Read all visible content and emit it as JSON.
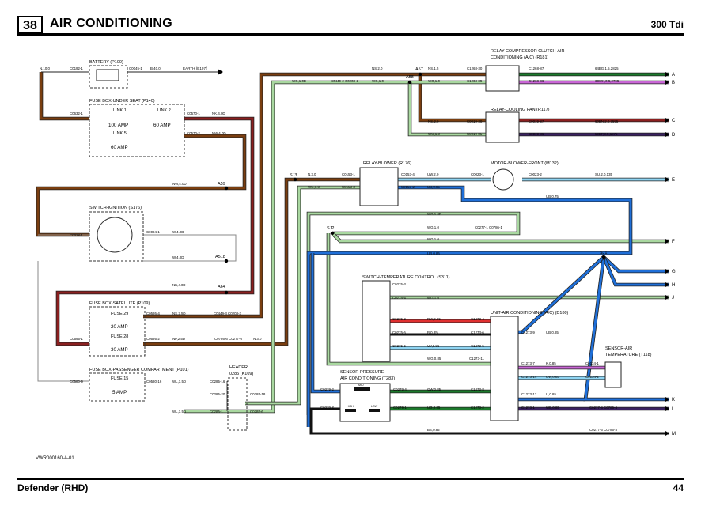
{
  "header": {
    "page_number": "38",
    "title": "AIR CONDITIONING",
    "model": "300 Tdi"
  },
  "footer": {
    "vehicle": "Defender (RHD)",
    "page": "44"
  },
  "diagram_ref": "VWR000160-A-01",
  "colors": {
    "brown": "#7a3e10",
    "red_brown": "#8b2020",
    "green": "#a9d8a0",
    "blue": "#1f6fd8",
    "black": "#111111",
    "purple": "#c966d6",
    "light_blue": "#8ed4f2",
    "red": "#e03030",
    "dark_green": "#1c7a2c",
    "dark_purple": "#3a2160",
    "grey": "#777777"
  },
  "components": {
    "battery": "BATTERY (P100)",
    "fuse_under_seat": "FUSE BOX-UNDER SEAT (P140)",
    "link1": "LINK 1",
    "link1_amp": "100 AMP",
    "link2": "LINK 2",
    "link2_amp": "60 AMP",
    "link5": "LINK 5",
    "link5_amp": "60 AMP",
    "switch_ignition": "SWITCH-IGNITION (S176)",
    "fuse_satellite": "FUSE BOX-SATELLITE (P109)",
    "fuse29": "FUSE 29",
    "fuse29_amp": "20 AMP",
    "fuse28": "FUSE 28",
    "fuse28_amp": "30 AMP",
    "fuse_passenger": "FUSE BOX-PASSENGER COMPARTMENT (P101)",
    "fuse15": "FUSE 15",
    "fuse15_amp": "5 AMP",
    "header1": "HEADER",
    "header2": "0285 (K109)",
    "relay_compressor1": "RELAY-COMPRESSOR CLUTCH-AIR",
    "relay_compressor2": "CONDITIONING (A/C) (R181)",
    "relay_cooling": "RELAY-COOLING FAN (R117)",
    "relay_blower": "RELAY-BLOWER (R176)",
    "motor_blower": "MOTOR-BLOWER-FRONT (M132)",
    "switch_temp": "SWITCH-TEMPERATURE CONTROL (S311)",
    "unit_ac": "UNIT-AIR CONDITIONING (A/C) (D180)",
    "sensor_air1": "SENSOR-AIR",
    "sensor_air2": "TEMPERATURE (T118)",
    "sensor_pressure1": "SENSOR-PRESSURE-",
    "sensor_pressure2": "AIR CONDITIONING (T283)",
    "earth": "EARTH (E107)"
  },
  "splices": {
    "a57": "A57",
    "a58": "A58",
    "a59": "A59",
    "a518": "A518",
    "a64": "A64",
    "sj1": "SJ1",
    "sj2": "SJ2",
    "sj3": "SJ3"
  },
  "wires": {
    "n100": "N,10.0",
    "c0192": "C0192-1",
    "c0045": "C0045-1",
    "b40": "B,40.0",
    "c0632": "C0632-1",
    "c0570_1": "C0570-1",
    "nk40a": "NK,4.0D",
    "c0570_2": "C0570-2",
    "nw40": "NW,4.0D",
    "nw40b": "NW,4.0D",
    "c0028": "C0028-1",
    "c0094": "C0094-1",
    "w40": "W,4.0D",
    "w40b": "W,4.0D",
    "nk40b": "NK,4.0D",
    "c0595_4": "C0595-4",
    "ns25": "NS,2.5D",
    "c0449_3": "C0449-3 C0203-3",
    "c0595_1": "C0595-1",
    "c0595_2": "C0595-2",
    "np25": "NP,2.5D",
    "c0786_6": "C0786-6 C0277-6",
    "n30": "N,3.0",
    "c0580_9": "C0580-9",
    "c0580_16": "C0580-16",
    "wl15": "WL,1.5D",
    "c0285_16": "C0285-16",
    "c0285_20": "C0285-20",
    "c0285_18": "C0285-18",
    "wl15b": "WL,1.5D",
    "c0285_1": "C0285-1",
    "c0285_6": "C0285-6",
    "ns20": "NS,2.0",
    "ns15": "NS,1.5",
    "c1268_30": "C1268-30",
    "c1268_87": "C1268-87",
    "w64bg": "64BG,1.5,2825",
    "wg10d": "WG,1.0D",
    "c0449_2": "C0449-2 C0203-2",
    "wg10": "WG,1.0",
    "wg10b": "WG,1.0",
    "c1268_85": "C1268-85",
    "c1268_86": "C1268-86",
    "w63wk": "63WK,0.5,2705",
    "ns20b": "NS,2.0",
    "c0019_30": "C0019-30",
    "c0019_87": "C0019-87",
    "w60bn": "60BN,2.0,3595",
    "wg10c": "WG,1.0",
    "c0019_85": "C0019-85",
    "c0019_86": "C0019-86",
    "w59bp": "59BP,0.5,1875",
    "n30b": "N,3.0",
    "c0153_1": "C0153-1",
    "c0153_4": "C0153-4",
    "uw20": "UW,2.0",
    "c0023_1": "C0023-1",
    "c0023_2": "C0023-2",
    "su20": "SU,2.0,135",
    "wg10e": "WG,1.0",
    "c0153_3": "C0153-3",
    "c0153_2": "C0153-2",
    "ub085": "UB,0.85",
    "ub075": "UB,0.75",
    "wg10d2": "WG,1.0D",
    "wg10f": "WG,1.0",
    "c0277_1": "C0277-1 C0786-1",
    "wg10g": "WG,1.0",
    "ub085b": "UB,0.85",
    "c0275_3": "C0275-3",
    "c0275_4": "C0275-4",
    "wg10h": "WG,1.0",
    "c0275_2": "C0275-2",
    "rw085": "RW,0.85",
    "c1273_4": "C1273-4",
    "c0275_5": "C0275-5",
    "b085": "B,0.85",
    "c1273_6": "C1273-6",
    "c0275_6": "C0275-6",
    "uy085": "UY,0.85",
    "c1273_5": "C1273-5",
    "wg085": "WG,0.85",
    "c1273_11": "C1273-11",
    "c1273_9": "C1273-9",
    "ub085c": "UB,0.85",
    "c1273_7": "C1273-7",
    "k085": "K,0.85",
    "c0134_1": "C0134-1",
    "c1273_14": "C1273-14",
    "uw085": "UW,0.85",
    "c0134_2": "C0134-2",
    "c0279_2": "C0279-2",
    "c0279_4": "C0279-4",
    "gw085": "GW,0.85",
    "c1273_8": "C1273-8",
    "c1273_12": "C1273-12",
    "u085": "U,0.85",
    "c0279_3": "C0279-3",
    "c0279_1": "C0279-1",
    "ug085": "UG,0.85",
    "c1273_2": "C1273-2",
    "c1273_1": "C1273-1",
    "wb085": "WB,0.85",
    "c0277_4": "C0277-4 C0786-4",
    "bs085": "BS,0.85",
    "c0277_3": "C0277-3 C0786-3"
  },
  "terminals": [
    "A",
    "B",
    "C",
    "D",
    "E",
    "F",
    "G",
    "H",
    "J",
    "K",
    "L",
    "M"
  ],
  "sensor_labels": {
    "mid": "MID",
    "high": "HIGH",
    "low": "LOW"
  }
}
